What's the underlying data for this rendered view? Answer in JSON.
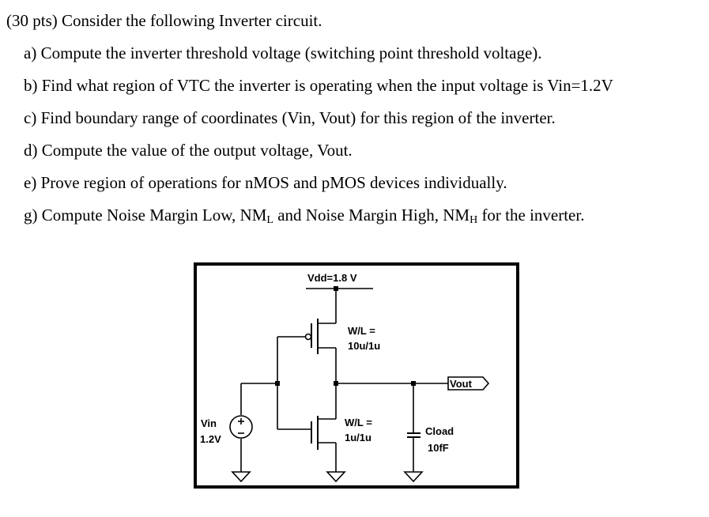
{
  "question": {
    "title": "(30 pts) Consider the following Inverter circuit.",
    "parts": [
      {
        "text": "a) Compute the inverter threshold voltage (switching point threshold voltage)."
      },
      {
        "text": "b) Find what region of VTC the inverter is operating when the input voltage is Vin=1.2V"
      },
      {
        "text": "c) Find boundary range of coordinates (Vin, Vout) for this region of the inverter."
      },
      {
        "text": "d) Compute the value of the output voltage, Vout."
      },
      {
        "text": "e) Prove region of operations for nMOS and pMOS devices individually."
      }
    ],
    "part_g": {
      "pre": "g) Compute Noise Margin Low, NM",
      "sub1": "L",
      "mid": " and Noise Margin High, NM",
      "sub2": "H",
      "post": " for the inverter."
    }
  },
  "circuit": {
    "vdd": "Vdd=1.8 V",
    "pmos_wl_1": "W/L =",
    "pmos_wl_2": "10u/1u",
    "nmos_wl_1": "W/L =",
    "nmos_wl_2": "1u/1u",
    "vin_1": "Vin",
    "vin_2": "1.2V",
    "cload_1": "Cload",
    "cload_2": "10fF",
    "vout": "Vout"
  }
}
